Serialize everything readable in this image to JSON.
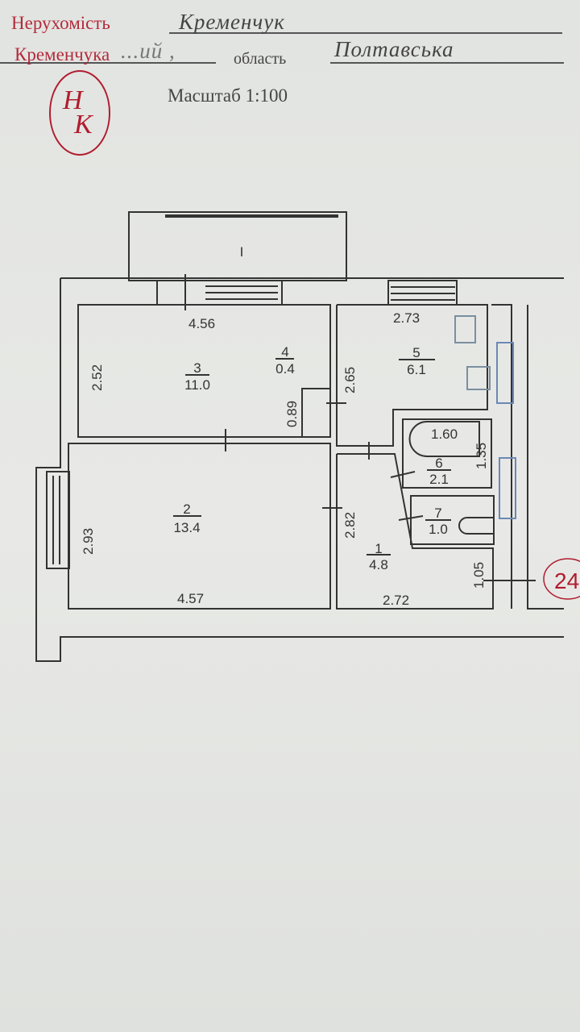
{
  "header": {
    "city_value": "Кременчук",
    "district_value": "...ий ,",
    "region_label": "область",
    "region_value": "Полтавська",
    "scale_label": "Масштаб  1:100"
  },
  "watermark": {
    "line1": "Нерухомість",
    "line2": "Кременчука",
    "logo_letters": "НК"
  },
  "plan": {
    "balcony_label": "I",
    "rooms": [
      {
        "number": "1",
        "area": "4.8"
      },
      {
        "number": "2",
        "area": "13.4"
      },
      {
        "number": "3",
        "area": "11.0"
      },
      {
        "number": "4",
        "area": "0.4"
      },
      {
        "number": "5",
        "area": "6.1"
      },
      {
        "number": "6",
        "area": "2.1"
      },
      {
        "number": "7",
        "area": "1.0"
      }
    ],
    "dimensions": {
      "room3_width": "4.56",
      "room3_height": "2.52",
      "room4_height": "0.89",
      "room5_width": "2.73",
      "room5_height": "2.65",
      "room6_width": "1.60",
      "room6_height": "1.35",
      "room2_height": "2.93",
      "room2_width": "4.57",
      "room1_height": "2.82",
      "room1_width": "2.72",
      "hall_depth": "1.05"
    },
    "page_mark": "24",
    "accent_color": "#b01c2e"
  }
}
